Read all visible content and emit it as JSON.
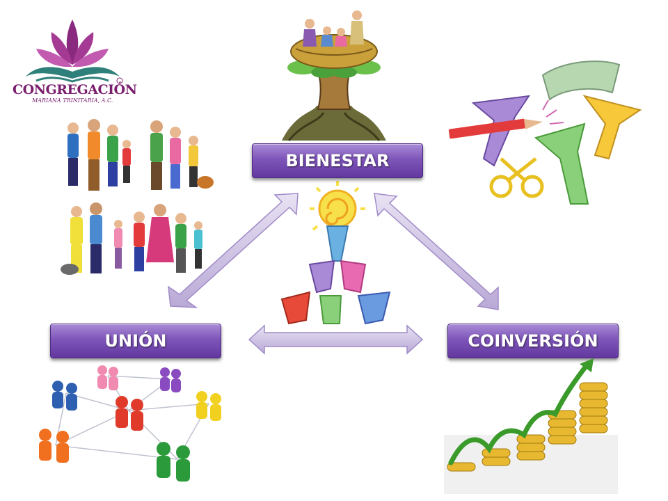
{
  "nodes": {
    "top": "BIENESTAR",
    "left": "UNIÓN",
    "right": "COINVERSIÓN"
  },
  "logo": {
    "name": "CONGREGACIÓN",
    "subtitle": "MARIANA TRINITARIA, A.C."
  },
  "colors": {
    "node_fill": "#7e55b9",
    "arrow_fill": "#c9bde0",
    "logo_purple": "#7a1f6e",
    "logo_teal": "#2f7f7a"
  },
  "icons": [
    "family-illustration",
    "nest-tree-illustration",
    "art-tools-illustration",
    "human-pyramid-illustration",
    "people-network-illustration",
    "coin-growth-illustration"
  ]
}
